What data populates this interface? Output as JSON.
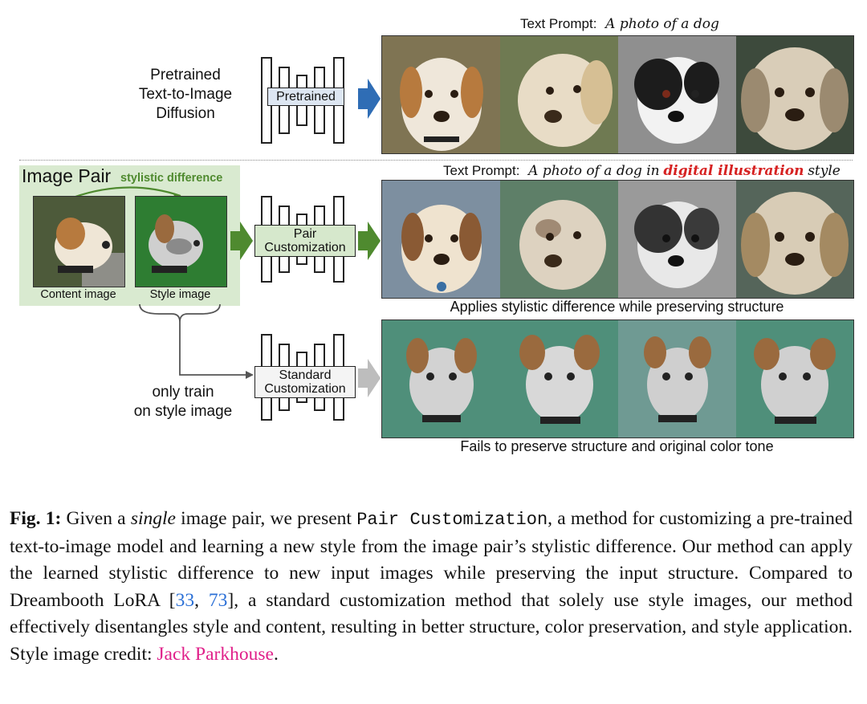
{
  "top": {
    "prompt_label": "Text Prompt:",
    "prompt_text": "A photo of a dog",
    "method_label": [
      "Pretrained",
      "Text-to-Image",
      "Diffusion"
    ],
    "model_box": "Pretrained"
  },
  "middle": {
    "pair_title": "Image Pair",
    "diff_label": "stylistic difference",
    "content_caption": "Content image",
    "style_caption": "Style image",
    "model_box": [
      "Pair",
      "Customization"
    ],
    "prompt_label": "Text Prompt:",
    "prompt_pre": "A photo of a dog in",
    "prompt_highlight": "digital illustration",
    "prompt_post": "style",
    "result_caption": "Applies stylistic difference while preserving structure"
  },
  "bottom": {
    "train_note": [
      "only train",
      "on style image"
    ],
    "model_box": [
      "Standard",
      "Customization"
    ],
    "result_caption": "Fails to preserve structure and original color tone"
  },
  "colors": {
    "pretrained_arrow": "#2f6db5",
    "pair_arrow": "#4f8a2f",
    "standard_arrow": "#bdbdbd",
    "pair_panel": "#d9ead0",
    "pretrained_box": "#dde6f2",
    "pair_box": "#d6e8cc",
    "prompt_highlight": "#d62222"
  },
  "caption": {
    "fig_label": "Fig. 1:",
    "t1": "Given a",
    "t1_em": "single",
    "t2": "image pair, we present",
    "method": "Pair Customization",
    "t3": ", a method for customizing a pre-trained text-to-image model and learning a new style from the image pair’s stylistic difference. Our method can apply the learned stylistic difference to new input images while preserving the input structure. Compared to Dreambooth LoRA [",
    "ref1": "33",
    "sep": ", ",
    "ref2": "73",
    "t4": "], a standard customization method that solely use style images, our method effectively disentangles style and content, resulting in better structure, color preservation, and style application. Style image credit:",
    "credit": "Jack Parkhouse",
    "end": "."
  }
}
